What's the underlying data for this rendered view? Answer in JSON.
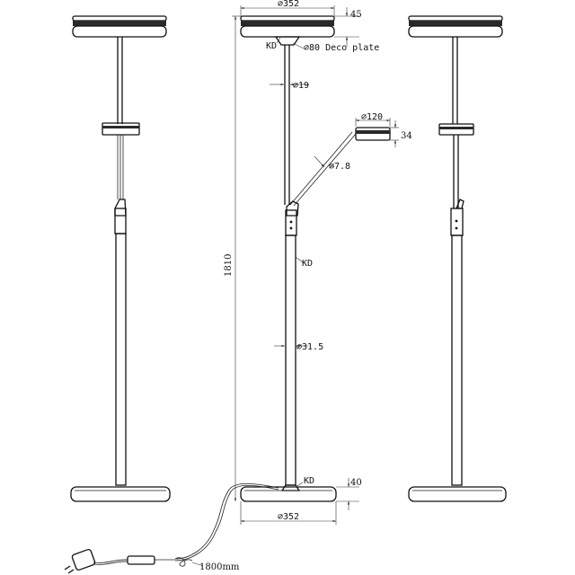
{
  "dimensions": {
    "shade_diameter": "⌀352",
    "shade_height": "45",
    "kd_top": "KD",
    "deco_plate": "⌀80 Deco plate",
    "upper_pole_diameter": "⌀19",
    "reading_head_diameter": "⌀120",
    "reading_head_height": "34",
    "arm_diameter": "⌀7.8",
    "total_height": "1810",
    "kd_middle": "KD",
    "lower_pole_diameter": "⌀31.5",
    "kd_bottom": "KD",
    "base_height": "40",
    "base_diameter": "⌀352",
    "cable_length": "1800mm"
  }
}
